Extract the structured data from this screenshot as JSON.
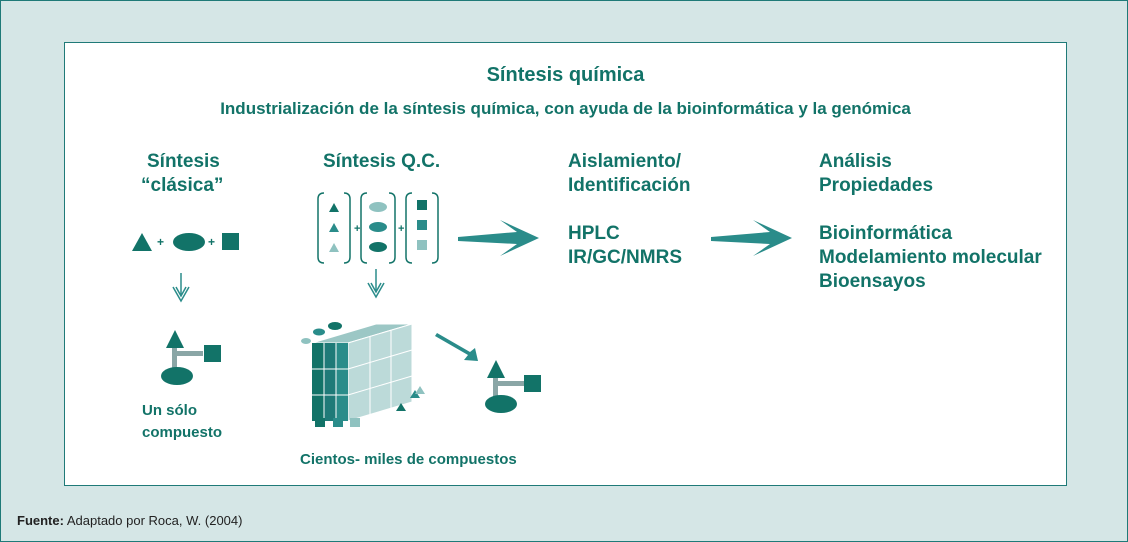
{
  "title": "Síntesis química",
  "subtitle": "Industrialización de la síntesis química, con ayuda de la bioinformática y la genómica",
  "columns": {
    "clasica": {
      "heading_line1": "Síntesis",
      "heading_line2": "“clásica”",
      "caption_line1": "Un sólo",
      "caption_line2": "compuesto"
    },
    "qc": {
      "heading": "Síntesis Q.C.",
      "caption": "Cientos- miles de compuestos"
    },
    "aislamiento": {
      "heading_line1": "Aislamiento/",
      "heading_line2": "Identificación",
      "items": [
        "HPLC",
        "IR/GC/NMRS"
      ]
    },
    "analisis": {
      "heading_line1": "Análisis",
      "heading_line2": "Propiedades",
      "items": [
        "Bioinformática",
        "Modelamiento molecular",
        "Bioensayos"
      ]
    }
  },
  "source": {
    "label": "Fuente:",
    "text": "Adaptado por Roca, W. (2004)"
  },
  "plus_symbol": "+",
  "colors": {
    "primary": "#127368",
    "secondary": "#2a8c8a",
    "light": "#8fc2c0",
    "background": "#d5e6e6"
  }
}
